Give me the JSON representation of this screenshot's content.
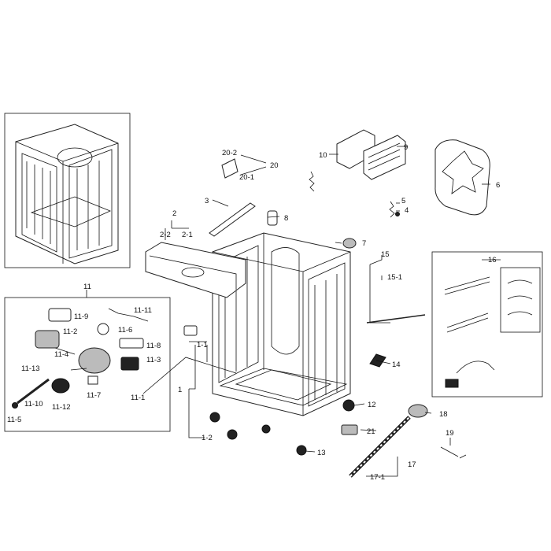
{
  "callouts": {
    "c1": "1",
    "c1_1": "1-1",
    "c1_2": "1-2",
    "c2": "2",
    "c2_1": "2-1",
    "c2_2": "2-2",
    "c3": "3",
    "c4": "4",
    "c5": "5",
    "c6": "6",
    "c7": "7",
    "c8": "8",
    "c9": "9",
    "c10": "10",
    "c11": "11",
    "c11_1": "11-1",
    "c11_2": "11-2",
    "c11_3": "11-3",
    "c11_4": "11-4",
    "c11_5": "11-5",
    "c11_6": "11-6",
    "c11_7": "11-7",
    "c11_8": "11-8",
    "c11_9": "11-9",
    "c11_10": "11-10",
    "c11_11": "11-11",
    "c11_12": "11-12",
    "c11_13": "11-13",
    "c12": "12",
    "c13": "13",
    "c14": "14",
    "c15": "15",
    "c15_1": "15-1",
    "c16": "16",
    "c17": "17",
    "c17_1": "17-1",
    "c18": "18",
    "c19": "19",
    "c20": "20",
    "c20_1": "20-1",
    "c20_2": "20-2",
    "c21": "21"
  }
}
